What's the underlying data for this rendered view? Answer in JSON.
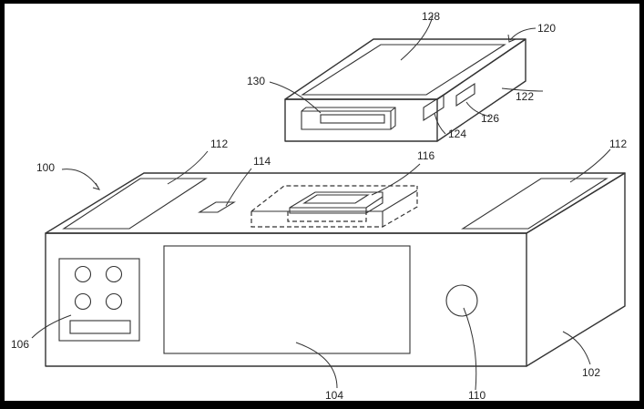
{
  "figure": {
    "labels": {
      "l100": "100",
      "l102": "102",
      "l104": "104",
      "l106": "106",
      "l110": "110",
      "l112a": "112",
      "l112b": "112",
      "l114": "114",
      "l116": "116",
      "l120": "120",
      "l122": "122",
      "l124": "124",
      "l126": "126",
      "l128": "128",
      "l130": "130"
    },
    "colors": {
      "background": "#000000",
      "paper": "#ffffff",
      "ink": "#333333"
    }
  }
}
